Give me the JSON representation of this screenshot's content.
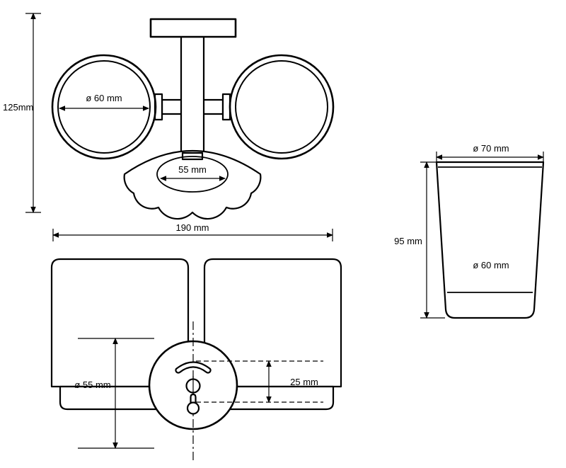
{
  "colors": {
    "line": "#000000",
    "background": "#ffffff"
  },
  "views": {
    "top": {
      "depth_label": "125mm",
      "width_label": "190 mm",
      "ring_diameter_label": "ø 60 mm",
      "opening_label": "55 mm"
    },
    "cup_side": {
      "top_diameter_label": "ø 70 mm",
      "height_label": "95 mm",
      "bottom_diameter_label": "ø 60 mm"
    },
    "front": {
      "glass_diameter_label": "ø 55 mm",
      "hole_spacing_label": "25 mm"
    }
  }
}
